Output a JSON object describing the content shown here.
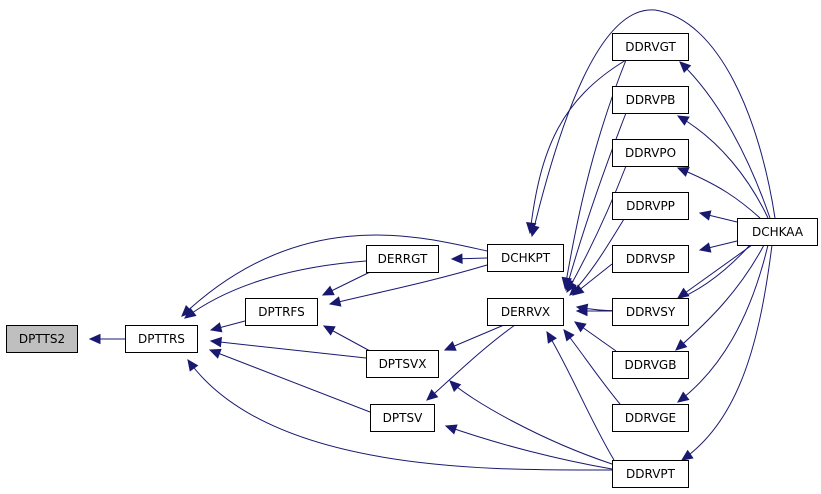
{
  "colors": {
    "edge": "#191970",
    "node_fill": "#ffffff",
    "root_fill": "#bfbfbf",
    "border": "#000000"
  },
  "nodes": {
    "DPTTS2": {
      "label": "DPTTS2",
      "highlighted": true
    },
    "DPTTRS": {
      "label": "DPTTRS"
    },
    "DPTRFS": {
      "label": "DPTRFS"
    },
    "DERRGT": {
      "label": "DERRGT"
    },
    "DCHKPT": {
      "label": "DCHKPT"
    },
    "DPTSVX": {
      "label": "DPTSVX"
    },
    "DPTSV": {
      "label": "DPTSV"
    },
    "DERRVX": {
      "label": "DERRVX"
    },
    "DDRVGT": {
      "label": "DDRVGT"
    },
    "DDRVPB": {
      "label": "DDRVPB"
    },
    "DDRVPO": {
      "label": "DDRVPO"
    },
    "DDRVPP": {
      "label": "DDRVPP"
    },
    "DDRVSP": {
      "label": "DDRVSP"
    },
    "DDRVSY": {
      "label": "DDRVSY"
    },
    "DDRVGB": {
      "label": "DDRVGB"
    },
    "DDRVGE": {
      "label": "DDRVGE"
    },
    "DDRVPT": {
      "label": "DDRVPT"
    },
    "DCHKAA": {
      "label": "DCHKAA"
    }
  },
  "edges": [
    {
      "from": "DPTTRS",
      "to": "DPTTS2"
    },
    {
      "from": "DPTRFS",
      "to": "DPTTRS"
    },
    {
      "from": "DCHKPT",
      "to": "DPTTRS"
    },
    {
      "from": "DERRGT",
      "to": "DPTTRS"
    },
    {
      "from": "DPTSVX",
      "to": "DPTTRS"
    },
    {
      "from": "DPTSV",
      "to": "DPTTRS"
    },
    {
      "from": "DDRVPT",
      "to": "DPTTRS"
    },
    {
      "from": "DERRGT",
      "to": "DPTRFS"
    },
    {
      "from": "DCHKPT",
      "to": "DPTRFS"
    },
    {
      "from": "DPTSVX",
      "to": "DPTRFS"
    },
    {
      "from": "DCHKPT",
      "to": "DERRGT"
    },
    {
      "from": "DDRVGT",
      "to": "DCHKPT"
    },
    {
      "from": "DERRVX",
      "to": "DPTSVX"
    },
    {
      "from": "DDRVPT",
      "to": "DPTSVX"
    },
    {
      "from": "DERRVX",
      "to": "DPTSV"
    },
    {
      "from": "DDRVPT",
      "to": "DPTSV"
    },
    {
      "from": "DDRVGT",
      "to": "DERRVX"
    },
    {
      "from": "DDRVPB",
      "to": "DERRVX"
    },
    {
      "from": "DDRVPO",
      "to": "DERRVX"
    },
    {
      "from": "DDRVPP",
      "to": "DERRVX"
    },
    {
      "from": "DDRVSP",
      "to": "DERRVX"
    },
    {
      "from": "DDRVSY",
      "to": "DERRVX"
    },
    {
      "from": "DDRVGB",
      "to": "DERRVX"
    },
    {
      "from": "DDRVGE",
      "to": "DERRVX"
    },
    {
      "from": "DDRVPT",
      "to": "DERRVX"
    },
    {
      "from": "DCHKAA",
      "to": "DDRVGT"
    },
    {
      "from": "DCHKAA",
      "to": "DDRVPB"
    },
    {
      "from": "DCHKAA",
      "to": "DDRVPO"
    },
    {
      "from": "DCHKAA",
      "to": "DDRVPP"
    },
    {
      "from": "DCHKAA",
      "to": "DDRVSP"
    },
    {
      "from": "DCHKAA",
      "to": "DDRVSY"
    },
    {
      "from": "DCHKAA",
      "to": "DDRVGB"
    },
    {
      "from": "DCHKAA",
      "to": "DDRVGE"
    },
    {
      "from": "DCHKAA",
      "to": "DDRVPT"
    },
    {
      "from": "DCHKAA",
      "to": "DCHKPT"
    },
    {
      "from": "DCHKAA",
      "to": "DERRVX"
    }
  ]
}
